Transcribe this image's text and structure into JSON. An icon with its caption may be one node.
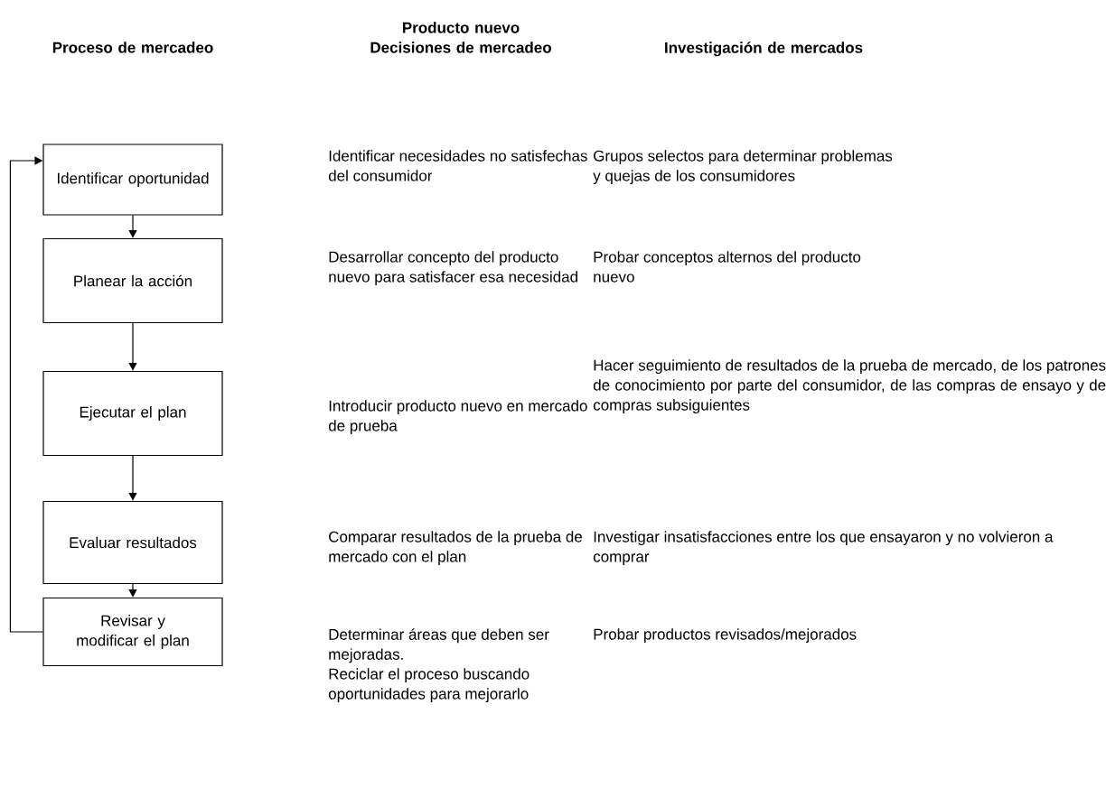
{
  "diagram": {
    "nodes": [
      {
        "text": [
          "Identificar oportunidad"
        ]
      },
      {
        "text": [
          "Planear la acción"
        ]
      },
      {
        "text": [
          "Ejecutar el plan"
        ]
      },
      {
        "text": [
          "Evaluar resultados"
        ]
      },
      {
        "text": [
          "Revisar y modificar el plan"
        ]
      }
    ],
    "edges": [
      {
        "from": 0,
        "to": 1,
        "arrow": "to"
      },
      {
        "from": 1,
        "to": 2,
        "arrow": "to"
      },
      {
        "from": 2,
        "to": 3,
        "arrow": "to"
      },
      {
        "from": 3,
        "to": 4,
        "arrow": "to"
      },
      {
        "from": 4,
        "to": 0,
        "arrow": "to"
      }
    ],
    "labels": [
      "Proceso de mercadeo",
      "Producto nuevo Decisiones de mercadeo",
      "Investigación de mercados",
      "Identificar necesidades no satisfechas del consumidor",
      "Grupos selectos para determinar problemas y quejas de los consumidores",
      "Desarrollar concepto del producto nuevo para satisfacer esa necesidad",
      "Probar conceptos alternos del producto nuevo",
      "Introducir producto nuevo en mercado de prueba",
      "Hacer seguimiento de resultados de la prueba de mercado, de los patrones de conocimiento por parte del consumidor, de las compras de ensayo y de compras subsiguientes",
      "Comparar resultados de la prueba de mercado con el plan",
      "Investigar insatisfacciones entre los que ensayaron y no volvieron a comprar",
      "Determinar áreas que deben ser mejoradas.",
      "Probar productos revisados/mejorados",
      "Reciclar el proceso buscando oportunidades para mejorarlo"
    ]
  }
}
